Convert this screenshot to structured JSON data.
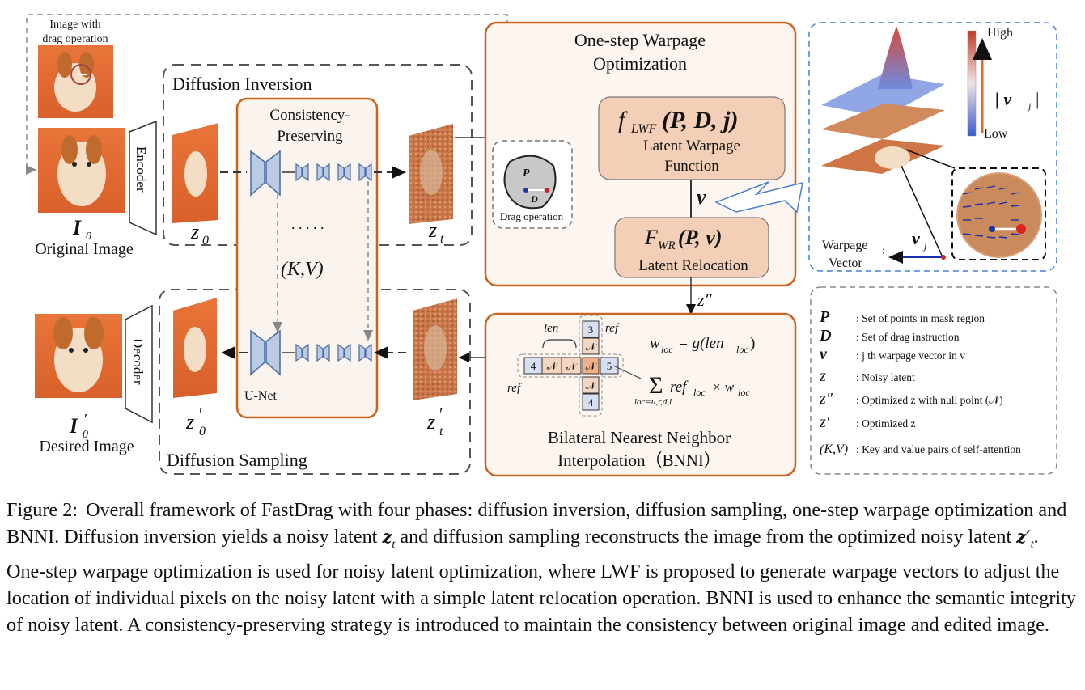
{
  "figure": {
    "top_image_label_line1": "Image with",
    "top_image_label_line2": "drag operation",
    "encoder": "Encoder",
    "decoder": "Decoder",
    "original_symbol": "I",
    "original_sub": "0",
    "original_label": "Original Image",
    "desired_symbol": "I",
    "desired_sub": "0",
    "desired_prime": "′",
    "desired_label": "Desired Image",
    "inversion_title": "Diffusion Inversion",
    "sampling_title": "Diffusion Sampling",
    "cp_line1": "Consistency-",
    "cp_line2": "Preserving",
    "unet_label": "U-Net",
    "dots": ". . . . .",
    "kv": "(K,V)",
    "z0": "z",
    "z0_sub": "0",
    "zt": "z",
    "zt_sub": "t",
    "warpage_title_line1": "One-step Warpage",
    "warpage_title_line2": "Optimization",
    "lwf_formula": "f",
    "lwf_sub": "LWF",
    "lwf_args": "(P, D, j)",
    "lwf_line1": "Latent Warpage",
    "lwf_line2": "Function",
    "v_symbol": "v",
    "fwr_formula": "F",
    "fwr_sub": "WR",
    "fwr_args": "(P, v)",
    "fwr_label": "Latent Relocation",
    "drag_P": "P",
    "drag_D": "D",
    "drag_label": "Drag operation",
    "zt_dd": "z″",
    "bnni_line1": "Bilateral Nearest Neighbor",
    "bnni_line2": "Interpolation（BNNI）",
    "len_l": "len",
    "ref_u": "ref",
    "ref_l": "ref",
    "wloc_formula": "w",
    "wloc_rhs": "= g(len",
    "sum_term": "ref",
    "sum_times": "× w",
    "sum_sub": "loc=u,r,d,l",
    "grid_top": "3",
    "grid_left": "4",
    "grid_right": "5",
    "grid_bottom": "4",
    "grid_null": "𝒩",
    "colorbar_high": "High",
    "colorbar_low": "Low",
    "colorbar_label": "| v",
    "warpage_vector_line1": "Warpage",
    "warpage_vector_line2": "Vector",
    "legend": [
      {
        "sym": "P",
        "desc": ": Set of points in mask region"
      },
      {
        "sym": "D",
        "desc": ": Set of drag instruction"
      },
      {
        "sym": "v",
        "desc": ": j th warpage vector in v"
      },
      {
        "sym": "z",
        "desc": ": Noisy latent"
      },
      {
        "sym": "z″",
        "desc": ": Optimized z  with null point (𝒩)"
      },
      {
        "sym": "z′",
        "desc": ": Optimized z"
      },
      {
        "sym": "(K,V)",
        "desc": ": Key and value pairs of self-attention"
      }
    ]
  },
  "caption": {
    "label": "Figure 2:",
    "part1": "Overall framework of FastDrag with four phases: diffusion inversion, diffusion sampling, one-step warpage optimization and BNNI. Diffusion inversion yields a noisy latent",
    "sym1": "z",
    "sym1_sub": "t",
    "part2": "and diffusion sampling reconstructs the image from the optimized noisy latent",
    "sym2": "z′",
    "sym2_sub": "t",
    "part3": ". One-step warpage optimization is used for noisy latent optimization, where LWF is proposed to generate warpage vectors to adjust the location of individual pixels on the noisy latent with a simple latent relocation operation. BNNI is used to enhance the semantic integrity of noisy latent. A consistency-preserving strategy is introduced to maintain the consistency between original image and edited image."
  }
}
